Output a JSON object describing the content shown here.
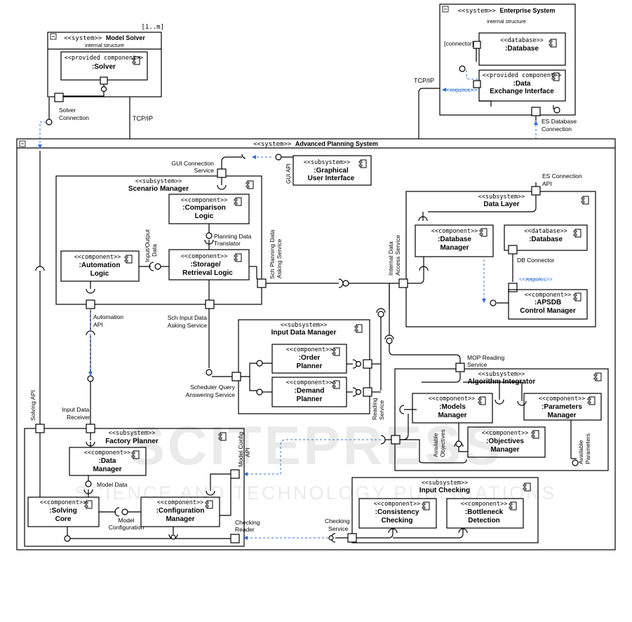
{
  "watermark": {
    "word1": "SCITEPRESS",
    "word2": "SCIENCE AND TECHNOLOGY PUBLICATIONS"
  },
  "model_solver": {
    "multiplicity": "[1..m]",
    "stereotype": "<<system>>",
    "name": "Model Solver",
    "internal": "internal structure",
    "part_stereotype": "<<provided component>>",
    "part_name": ":Solver"
  },
  "enterprise": {
    "stereotype": "<<system>>",
    "name": "Enterprise System",
    "internal": "internal structure",
    "db_stereotype": "<<database>>",
    "db_name": ":Database",
    "connector_label": "[connector]",
    "dei_stereotype": "<<provided component>>",
    "dei_name1": ":Data",
    "dei_name2": "Exchange Interface",
    "requires": "<<requires>>"
  },
  "aps": {
    "stereotype": "<<system>>",
    "name": "Advanced Planning System"
  },
  "gui": {
    "stereotype": "<<subsystem>>",
    "name1": ":Graphical",
    "name2": "User Interface",
    "api": "GUI API"
  },
  "scenario": {
    "stereotype": "<<subsystem>>",
    "name": "Scenario Manager",
    "comparison": {
      "stereotype": "<<component>>",
      "name1": ":Comparison",
      "name2": "Logic"
    },
    "storage": {
      "stereotype": "<<component>>",
      "name1": ":Storage/",
      "name2": "Retrieval Logic"
    },
    "automation": {
      "stereotype": "<<component>>",
      "name1": ":Automation",
      "name2": "Logic"
    }
  },
  "data_layer": {
    "stereotype": "<<subsystem>>",
    "name": "Data Layer",
    "dbm": {
      "stereotype": "<<component>>",
      "name1": ":Database",
      "name2": "Manager"
    },
    "db": {
      "stereotype": "<<database>>",
      "name": ":Database"
    },
    "apsdb": {
      "stereotype": "<<component>>",
      "name1": ":APSDB",
      "name2": "Control Manager"
    },
    "requires": "<<requires>>",
    "db_connector": "DB Connector"
  },
  "input_data_manager": {
    "stereotype": "<<subsystem>>",
    "name": "Input Data Manager",
    "order": {
      "stereotype": "<<component>>",
      "name1": ":Order",
      "name2": "Planner"
    },
    "demand": {
      "stereotype": "<<component>>",
      "name1": ":Demand",
      "name2": "Planner"
    }
  },
  "algorithm": {
    "stereotype": "<<subsystem>>",
    "name": "Algorithm Integrator",
    "models": {
      "stereotype": "<<component>>",
      "name1": ":Models",
      "name2": "Manager"
    },
    "params": {
      "stereotype": "<<component>>",
      "name1": ":Parameters",
      "name2": "Manager"
    },
    "objectives": {
      "stereotype": "<<component>>",
      "name1": ":Objectives",
      "name2": "Manager"
    }
  },
  "factory": {
    "stereotype": "<<subsystem>>",
    "name": "Factory Planner",
    "data_mgr": {
      "stereotype": "<<component>>",
      "name1": ":Data",
      "name2": "Manager"
    },
    "solving": {
      "stereotype": "<<component>>",
      "name1": ":Solving",
      "name2": "Core"
    },
    "config": {
      "stereotype": "<<component>>",
      "name1": ":Configuration",
      "name2": "Manager"
    }
  },
  "input_checking": {
    "stereotype": "<<subsystem>>",
    "name": "Input Checking",
    "consistency": {
      "stereotype": "<<component>>",
      "name1": ":Consistency",
      "name2": "Checking"
    },
    "bottleneck": {
      "stereotype": "<<component>>",
      "name1": ":Bottleneck",
      "name2": "Detection"
    }
  },
  "labels": {
    "tcp_ip_1": "TCP/IP",
    "tcp_ip_2": "TCP/IP",
    "solver_conn_1": "Solver",
    "solver_conn_2": "Connection",
    "es_db_conn_1": "ES Database",
    "es_db_conn_2": "Connection",
    "gui_conn_1": "GUI Connection",
    "gui_conn_2": "Service",
    "es_conn_api_1": "ES Connection",
    "es_conn_api_2": "API",
    "io_data_1": "Input/Output",
    "io_data_2": "Data",
    "planning_translator_1": "Planning Data",
    "planning_translator_2": "Translator",
    "sch_planning_1": "Sch Planning Data",
    "sch_planning_2": "Asking Service",
    "internal_access_1": "Internal Data",
    "internal_access_2": "Access Service",
    "automation_api_1": "Automation",
    "automation_api_2": "API",
    "sch_input_1": "Sch Input Data",
    "sch_input_2": "Asking Service",
    "mop_1": "MOP Reading",
    "mop_2": "Service",
    "scheduler_query_1": "Scheduler Query",
    "scheduler_query_2": "Answering Service",
    "reading_1": "Reading",
    "reading_2": "Service",
    "input_receiver_1": "Input Data",
    "input_receiver_2": "Receiver",
    "solving_api": "Solving API",
    "model_config_api_1": "Model Config",
    "model_config_api_2": "API",
    "available_objectives_1": "Available",
    "available_objectives_2": "Objectives",
    "available_parameters_1": "Available",
    "available_parameters_2": "Parameters",
    "model_data": "Model Data",
    "model_configuration_1": "Model",
    "model_configuration_2": "Configuration",
    "checking_reader_1": "Checking",
    "checking_reader_2": "Reader",
    "checking_service_1": "Checking",
    "checking_service_2": "Service"
  }
}
